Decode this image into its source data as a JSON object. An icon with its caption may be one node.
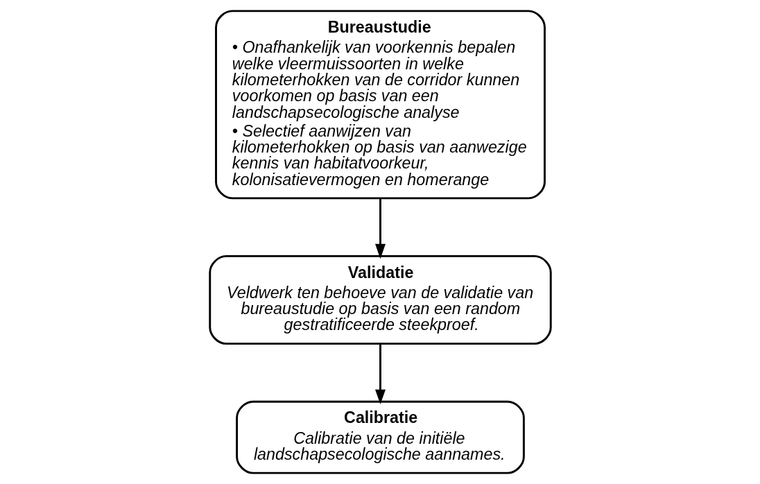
{
  "diagram": {
    "nodes": [
      {
        "text": [
          "Bureaustudie",
          "• Onafhankelijk van voorkennis bepalen welke vleermuissoorten in welke kilometerhokken van de corridor kunnen voorkomen op basis van een landschapsecologische analyse",
          "• Selectief aanwijzen van kilometerhokken op basis van aanwezige kennis van habitatvoorkeur, kolonisatievermogen en homerange"
        ]
      },
      {
        "text": [
          "Validatie",
          "Veldwerk ten behoeve van de validatie van bureaustudie op basis van een random gestratificeerde steekproef."
        ]
      },
      {
        "text": [
          "Calibratie",
          "Calibratie van de initiële landschapsecologische aannames."
        ]
      }
    ],
    "edges": [
      {
        "from": 0,
        "to": 1,
        "arrow": "to"
      },
      {
        "from": 1,
        "to": 2,
        "arrow": "to"
      }
    ]
  }
}
